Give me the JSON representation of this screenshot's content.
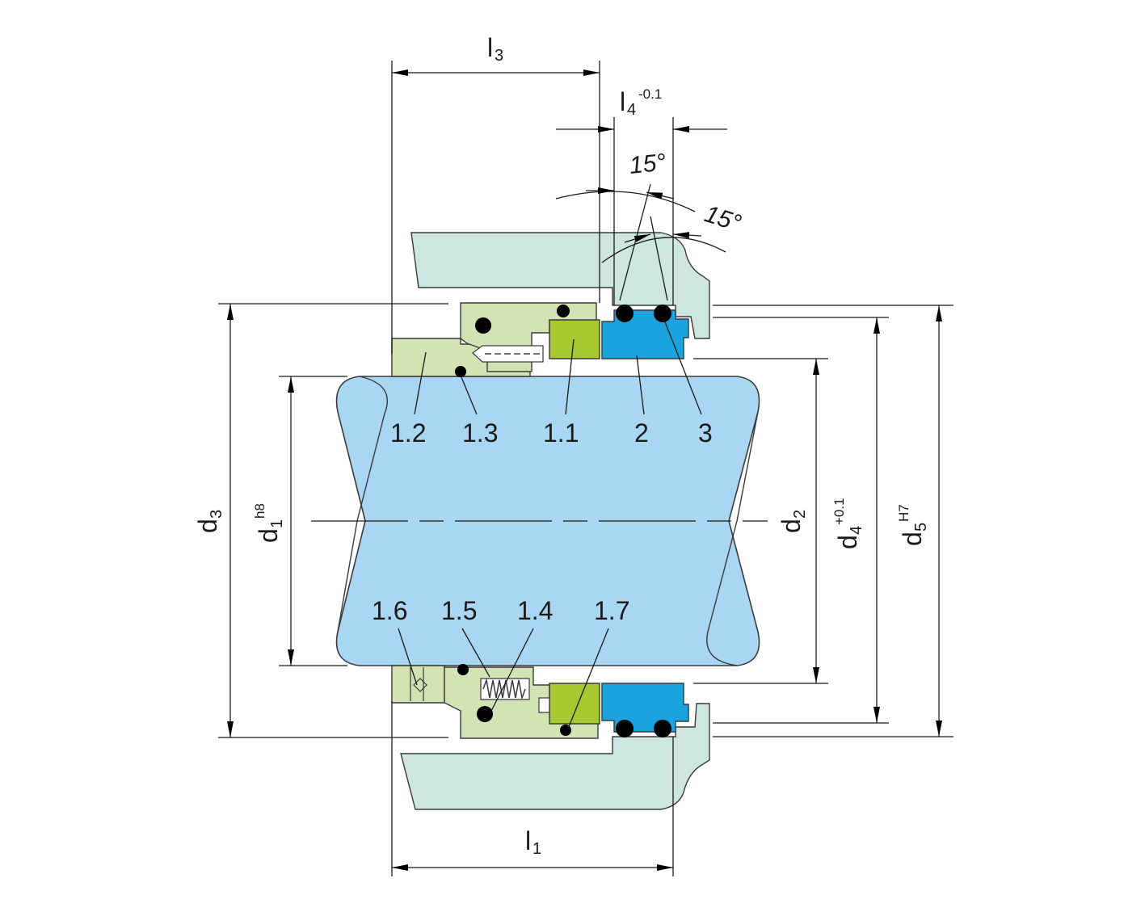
{
  "colors": {
    "shaft": "#a9d6f2",
    "housing": "#cde6df",
    "rotating_parts": "#d3e3b3",
    "seal_face": "#a8c832",
    "seat": "#1aa3df",
    "o_ring": "#000000"
  },
  "parts": {
    "p1_1": "1.1",
    "p1_2": "1.2",
    "p1_3": "1.3",
    "p1_4": "1.4",
    "p1_5": "1.5",
    "p1_6": "1.6",
    "p1_7": "1.7",
    "p2": "2",
    "p3": "3"
  },
  "dims": {
    "l1": "l",
    "l1_sub": "1",
    "l3": "l",
    "l3_sub": "3",
    "l4": "l",
    "l4_sub": "4",
    "l4_tol": "-0.1",
    "d1": "d",
    "d1_sub": "1",
    "d1_tol": "h8",
    "d2": "d",
    "d2_sub": "2",
    "d3": "d",
    "d3_sub": "3",
    "d4": "d",
    "d4_sub": "4",
    "d4_tol": "+0.1",
    "d5": "d",
    "d5_sub": "5",
    "d5_tol": "H7"
  },
  "angles": {
    "a1": "15°",
    "a2": "15°"
  }
}
